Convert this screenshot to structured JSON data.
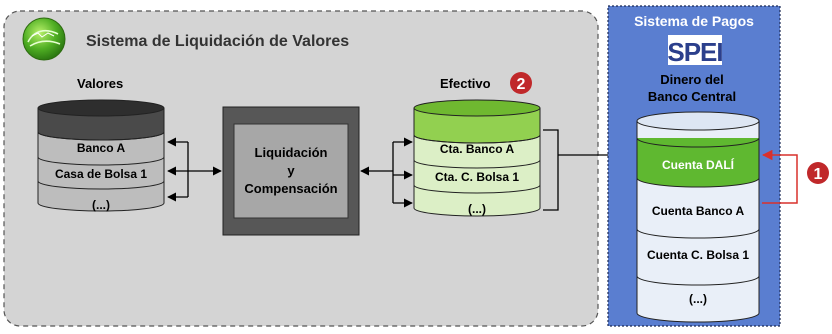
{
  "settlement_system": {
    "title": "Sistema de Liquidación de Valores",
    "securities": {
      "title": "Valores",
      "rows": [
        "Banco A",
        "Casa de Bolsa 1",
        "(...)"
      ]
    },
    "clearing": {
      "line1": "Liquidación",
      "line2": "y",
      "line3": "Compensación"
    },
    "cash": {
      "title": "Efectivo",
      "badge": "2",
      "rows": [
        "Cta. Banco A",
        "Cta. C. Bolsa 1",
        "(...)"
      ]
    }
  },
  "payment_system": {
    "title": "Sistema de Pagos",
    "logo_text": "SPEI",
    "money_label_line1": "Dinero del",
    "money_label_line2": "Banco Central",
    "rows": [
      "Cuenta DALÍ",
      "Cuenta Banco A",
      "Cuenta C. Bolsa 1",
      "(...)"
    ],
    "badge": "1"
  },
  "colors": {
    "settlement_bg": "#d4d4d4",
    "payment_bg": "#5a7ed0",
    "green_light": "#dcefc6",
    "green_mid": "#92d050",
    "badge_red": "#c0282a",
    "link_red": "#d9302c",
    "grey_cyl": "#bdbdbd",
    "dark_cyl": "#4a4a4a"
  }
}
